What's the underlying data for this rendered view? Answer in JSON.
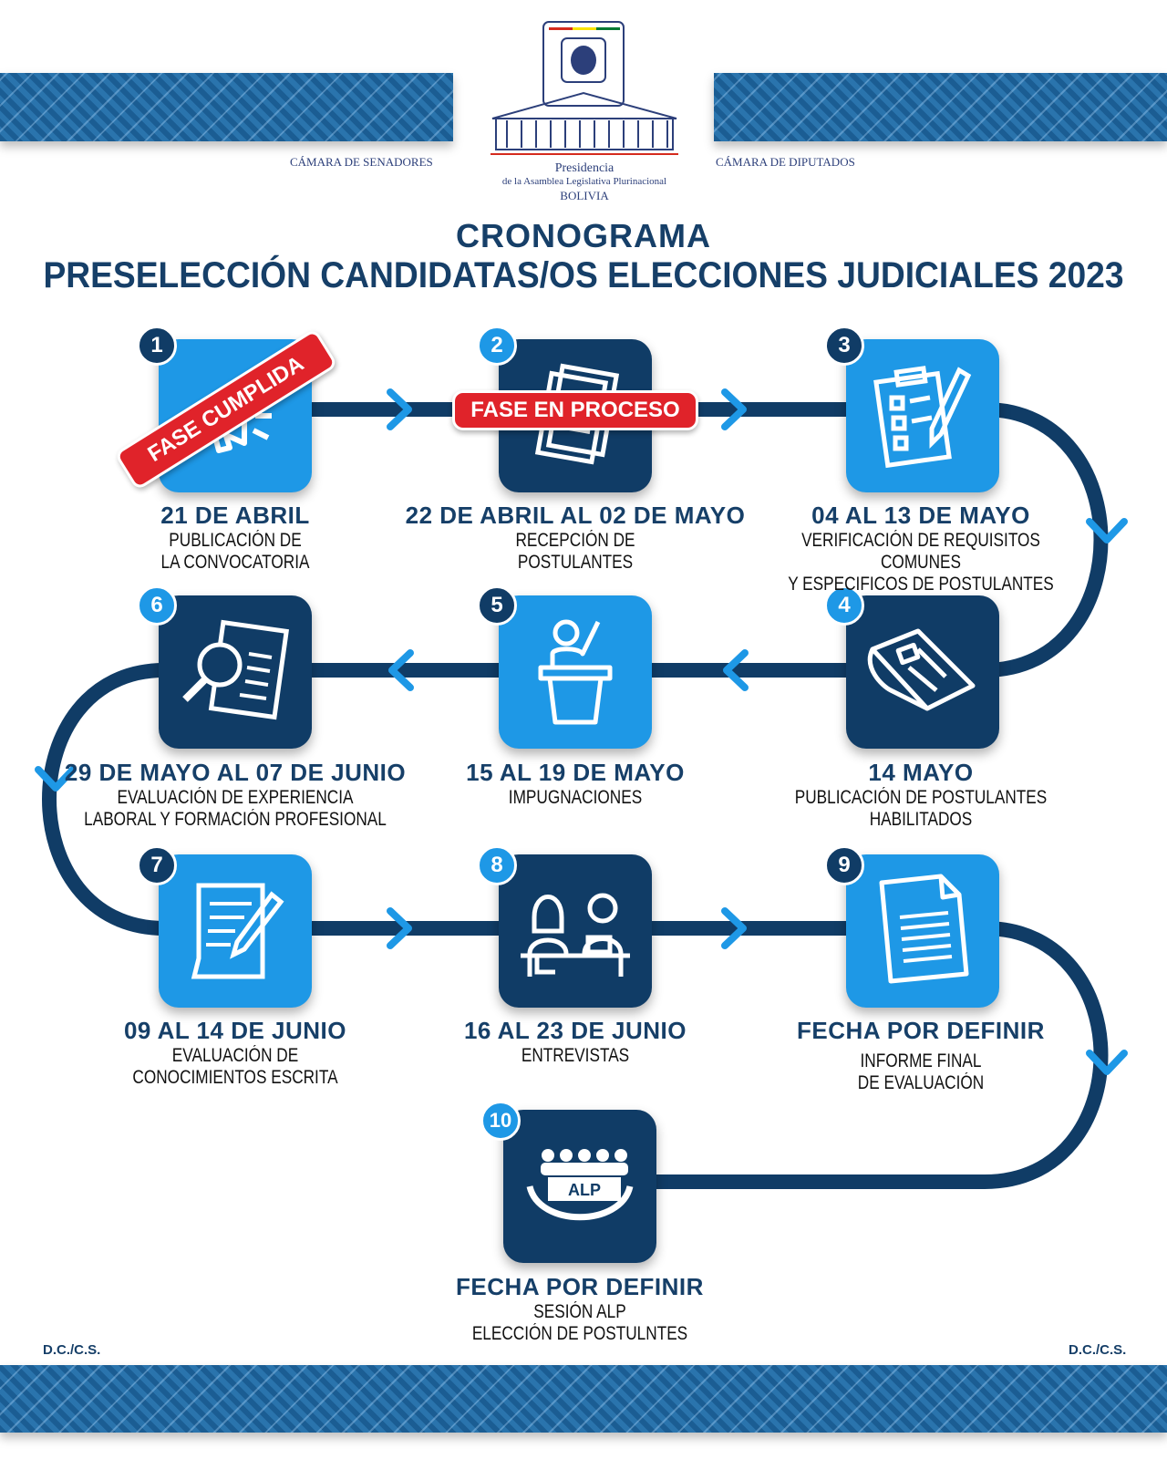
{
  "header": {
    "left_chamber": "CÁMARA DE SENADORES",
    "right_chamber": "CÁMARA DE DIPUTADOS",
    "logo_line1": "Presidencia",
    "logo_line2": "de la Asamblea Legislativa Plurinacional",
    "logo_line3": "BOLIVIA"
  },
  "title": "CRONOGRAMA",
  "subtitle": "PRESELECCIÓN CANDIDATAS/OS ELECCIONES JUDICIALES 2023",
  "colors": {
    "navy": "#103c66",
    "light_blue": "#1e98e6",
    "badge_red": "#e0232a"
  },
  "badges": {
    "completed": "FASE CUMPLIDA",
    "in_progress": "FASE EN PROCESO"
  },
  "steps": [
    {
      "number": "1",
      "date": "21 DE ABRIL",
      "desc1": "PUBLICACIÓN DE",
      "desc2": "LA CONVOCATORIA",
      "icon": "megaphone-icon"
    },
    {
      "number": "2",
      "date": "22 DE ABRIL AL 02 DE MAYO",
      "desc1": "RECEPCIÓN DE",
      "desc2": "POSTULANTES",
      "icon": "documents-icon"
    },
    {
      "number": "3",
      "date": "04 AL 13 DE MAYO",
      "desc1": "VERIFICACIÓN DE REQUISITOS COMUNES",
      "desc2": "Y ESPECIFICOS DE POSTULANTES",
      "icon": "clipboard-icon"
    },
    {
      "number": "4",
      "date": "14 MAYO",
      "desc1": "PUBLICACIÓN DE POSTULANTES",
      "desc2": "HABILITADOS",
      "icon": "newspaper-icon"
    },
    {
      "number": "5",
      "date": "15 AL 19 DE MAYO",
      "desc1": "IMPUGNACIONES",
      "desc2": "",
      "icon": "podium-icon"
    },
    {
      "number": "6",
      "date": "29 DE MAYO AL 07 DE JUNIO",
      "desc1": "EVALUACIÓN DE EXPERIENCIA",
      "desc2": "LABORAL Y FORMACIÓN PROFESIONAL",
      "icon": "magnifier-document-icon"
    },
    {
      "number": "7",
      "date": "09 AL 14 DE JUNIO",
      "desc1": "EVALUACIÓN DE",
      "desc2": "CONOCIMIENTOS ESCRITA",
      "icon": "pen-paper-icon"
    },
    {
      "number": "8",
      "date": "16 AL 23 DE JUNIO",
      "desc1": "ENTREVISTAS",
      "desc2": "",
      "icon": "interview-icon"
    },
    {
      "number": "9",
      "date": "FECHA POR DEFINIR",
      "desc1": "INFORME FINAL",
      "desc2": "DE EVALUACIÓN",
      "icon": "report-icon"
    },
    {
      "number": "10",
      "date": "FECHA POR DEFINIR",
      "desc1": "SESIÓN ALP",
      "desc2": "ELECCIÓN DE POSTULNTES",
      "icon": "assembly-icon",
      "icon_label": "ALP"
    }
  ],
  "footer": {
    "left": "D.C./C.S.",
    "right": "D.C./C.S."
  }
}
